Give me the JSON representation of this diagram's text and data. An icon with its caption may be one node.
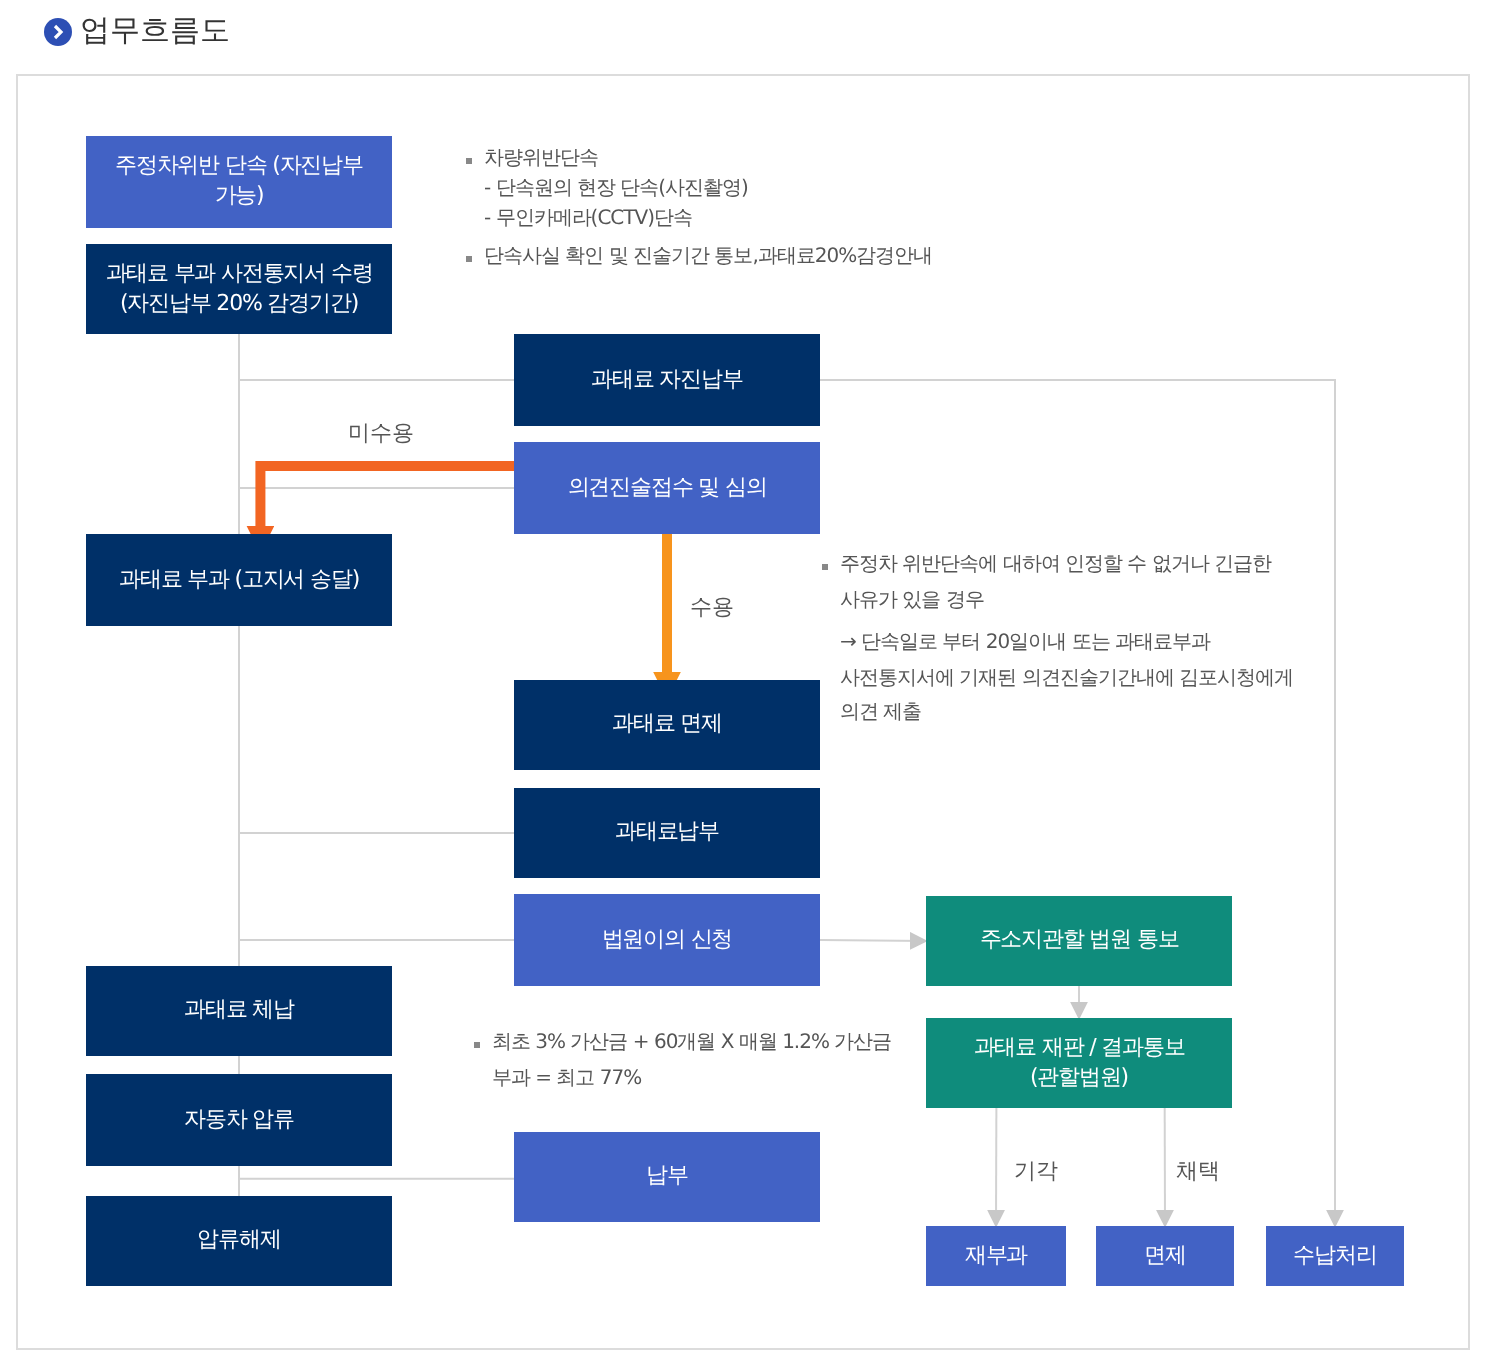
{
  "diagram": {
    "title": "업무흐름도",
    "nodes": [
      {
        "text": [
          "주정차위반 단속 (자진납부 가능)"
        ]
      },
      {
        "text": [
          "과태료 부과 사전통지서 수령 (자진납부 20% 감경기간)"
        ]
      },
      {
        "text": [
          "과태료 자진납부"
        ]
      },
      {
        "text": [
          "의견진술접수 및 심의"
        ]
      },
      {
        "text": [
          "과태료 부과 (고지서 송달)"
        ]
      },
      {
        "text": [
          "과태료 면제"
        ]
      },
      {
        "text": [
          "과태료납부"
        ]
      },
      {
        "text": [
          "법원이의 신청"
        ]
      },
      {
        "text": [
          "주소지관할 법원 통보"
        ]
      },
      {
        "text": [
          "과태료 체납"
        ]
      },
      {
        "text": [
          "과태료 재판 / 결과통보 (관할법원)"
        ]
      },
      {
        "text": [
          "자동차 압류"
        ]
      },
      {
        "text": [
          "납부"
        ]
      },
      {
        "text": [
          "압류해제"
        ]
      },
      {
        "text": [
          "재부과"
        ]
      },
      {
        "text": [
          "면제"
        ]
      },
      {
        "text": [
          "수납처리"
        ]
      }
    ],
    "edges": [
      {
        "from": 1,
        "to": 2,
        "arrow": "none"
      },
      {
        "from": 1,
        "to": 3,
        "arrow": "none"
      },
      {
        "from": 3,
        "to": 4,
        "arrow": "to",
        "label": "미수용",
        "style": "thick",
        "color": "#f26522"
      },
      {
        "from": 3,
        "to": 5,
        "arrow": "to",
        "label": "수용",
        "style": "thick",
        "color": "#f7941d"
      },
      {
        "from": 1,
        "to": 4,
        "arrow": "none"
      },
      {
        "from": 4,
        "to": 6,
        "arrow": "none"
      },
      {
        "from": 4,
        "to": 7,
        "arrow": "none"
      },
      {
        "from": 7,
        "to": 8,
        "arrow": "to"
      },
      {
        "from": 8,
        "to": 10,
        "arrow": "to"
      },
      {
        "from": 4,
        "to": 9,
        "arrow": "none"
      },
      {
        "from": 10,
        "to": 14,
        "arrow": "to",
        "label": "기각"
      },
      {
        "from": 10,
        "to": 15,
        "arrow": "to",
        "label": "채택"
      },
      {
        "from": 9,
        "to": 11,
        "arrow": "none"
      },
      {
        "from": 11,
        "to": 13,
        "arrow": "none"
      },
      {
        "from": 12,
        "to": 13,
        "arrow": "none"
      },
      {
        "from": 2,
        "to": 16,
        "arrow": "to"
      }
    ],
    "labels": [
      "차량위반단속",
      "- 단속원의 현장 단속(사진촬영)",
      "- 무인카메라(CCTV)단속",
      "단속사실 확인 및 진술기간 통보,과태료20%감경안내",
      "주정차 위반단속에 대하여 인정할 수 없거나 긴급한 사유가 있을 경우",
      "→ 단속일로 부터 20일이내 또는 과태료부과 사전통지서에 기재된 의견진술기간내에 김포시청에게 의견 제출",
      "최초 3% 가산금 + 60개월 X 매월 1.2% 가산금 부과 = 최고 77%"
    ]
  }
}
